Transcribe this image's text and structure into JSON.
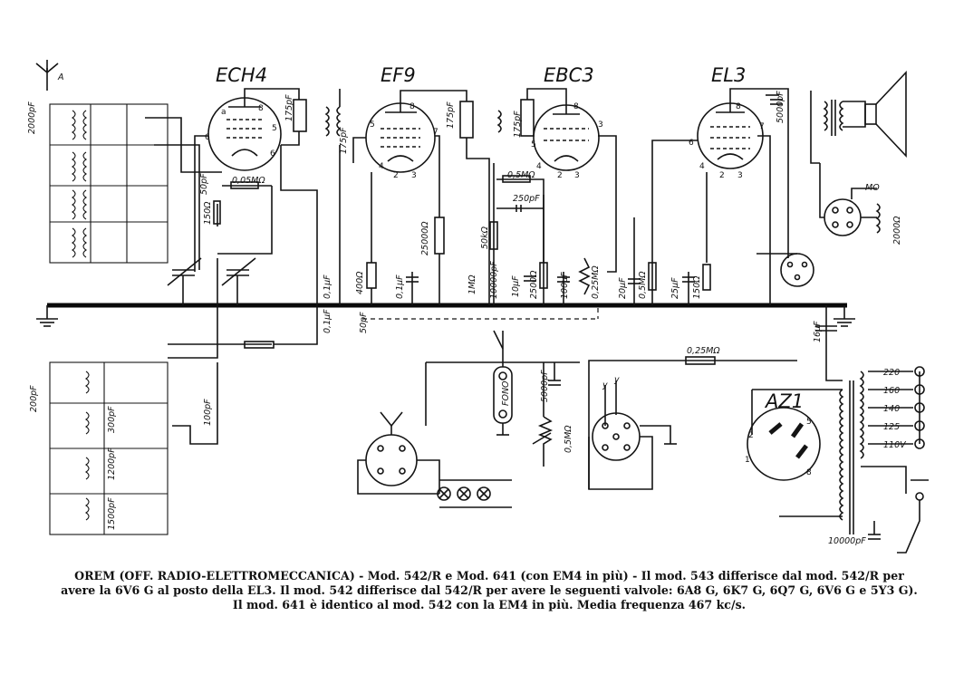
{
  "tubes": [
    {
      "name": "ECH4",
      "pins": [
        "a",
        "8",
        "6",
        "5",
        "6"
      ]
    },
    {
      "name": "EF9",
      "pins": [
        "8",
        "5",
        "7",
        "4",
        "2",
        "3"
      ]
    },
    {
      "name": "EBC3",
      "pins": [
        "8",
        "3",
        "5",
        "4",
        "2",
        "3"
      ]
    },
    {
      "name": "EL3",
      "pins": [
        "8",
        "6",
        "7",
        "4",
        "2",
        "3"
      ]
    },
    {
      "name": "AZ1",
      "pins": [
        "5",
        "1",
        "2",
        "8"
      ]
    }
  ],
  "component_labels": {
    "antenna": "A",
    "c_ant": "2000pF",
    "c_ech4_a": "175pF",
    "r_osc": "0,05MΩ",
    "c_osc": "50pF",
    "r_150": "150Ω",
    "c_ef9_a": "175pF",
    "c_ef9_g": "175pF",
    "r_25k": "25000Ω",
    "r_400": "400Ω",
    "c_01": "0,1μF",
    "c_01b": "0,1μF",
    "c_01c": "0,1μF",
    "c_05pf": "50pF",
    "c_ebc3_a": "175pF",
    "r_05m": "0,5MΩ",
    "c_250": "250pF",
    "r_50k": "50kΩ",
    "r_1m": "1MΩ",
    "c_10000": "10000pF",
    "c_10uf": "10μF",
    "r_2500": "2500Ω",
    "c_100uf": "100μF",
    "r_025m": "0,25MΩ",
    "c_20uf": "20μF",
    "r_05m_b": "0,5MΩ",
    "c_25uf": "25μF",
    "r_150b": "150Ω",
    "c_5000": "5000pF",
    "c_16uf": "16μF",
    "r_025m_b": "0,25MΩ",
    "mo": "MO",
    "r_2000": "2000Ω",
    "c_200": "200pF",
    "c_100": "100pF",
    "c_300": "300pF",
    "c_1200": "1200pF",
    "c_1500": "1500pF",
    "fono": "FONO",
    "c_5000b": "5000pF",
    "r_05m_c": "0,5MΩ",
    "c_10000b": "10000pF",
    "vol_y1": "y",
    "vol_y2": "y"
  },
  "mains_taps": [
    "220",
    "160",
    "140",
    "125",
    "110V"
  ],
  "caption": {
    "line1": "OREM  (OFF.  RADIO-ELETTROMECCANICA)  -  Mod.  542/R  e  Mod.  641  (con EM4 in più)  -  Il mod.  543  differisce  dal  mod.  542/R  per",
    "line2": "avere  la  6V6 G  al  posto  della  EL3.  Il  mod.  542  differisce  dal  542/R  per avere  le  seguenti  valvole:  6A8 G,  6K7 G,  6Q7 G,  6V6 G  e 5Y3 G).",
    "line3": "Il mod. 641 è identico al mod. 542 con la EM4 in più. Media frequenza 467 kc/s."
  }
}
